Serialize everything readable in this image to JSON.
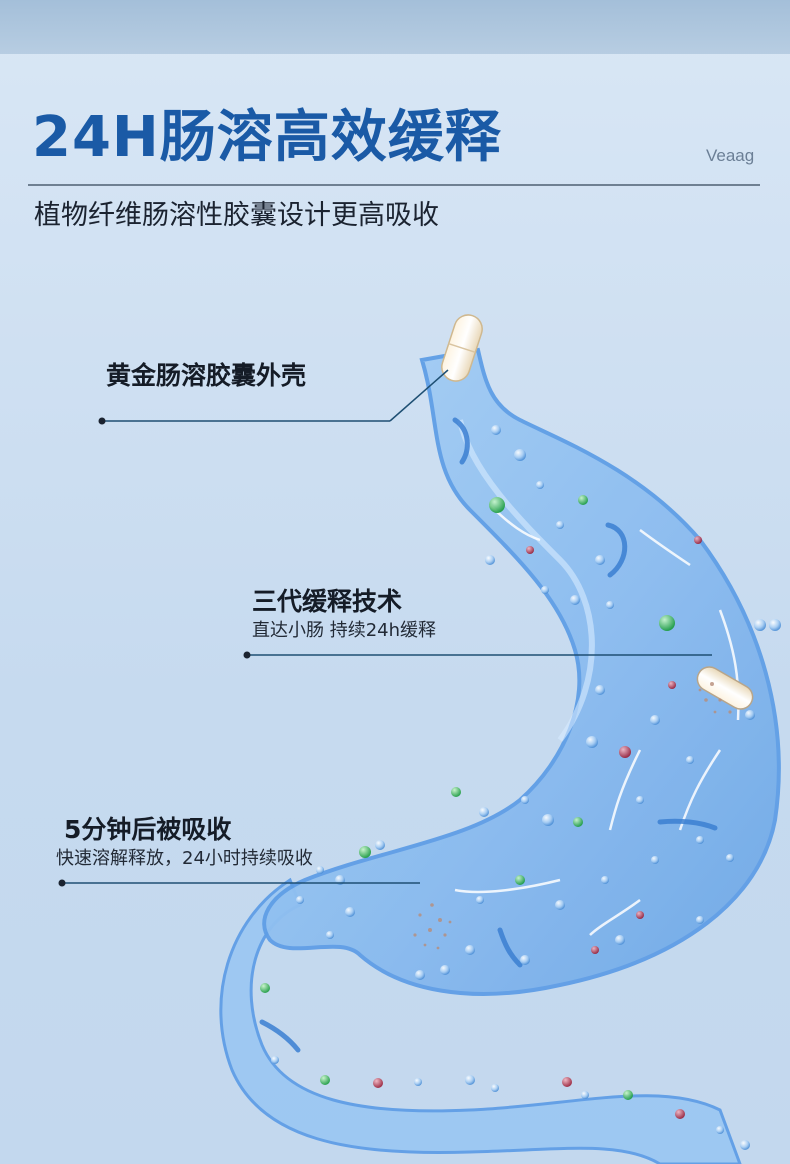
{
  "header": {
    "title": "24H肠溶高效缓释",
    "brand": "Veaag",
    "subtitle": "植物纤维肠溶性胶囊设计更高吸收"
  },
  "callouts": [
    {
      "title": "黄金肠溶胶囊外壳"
    },
    {
      "title": "三代缓释技术",
      "desc": "直达小肠 持续24h缓释"
    },
    {
      "title": "5分钟后被吸收",
      "desc": "快速溶解释放，24小时持续吸收"
    }
  ],
  "colors": {
    "title": "#1a5aa6",
    "stomach_fill": "#8fbef0",
    "stomach_outline": "#5f9ee6",
    "leader_line": "#1e4f73"
  }
}
